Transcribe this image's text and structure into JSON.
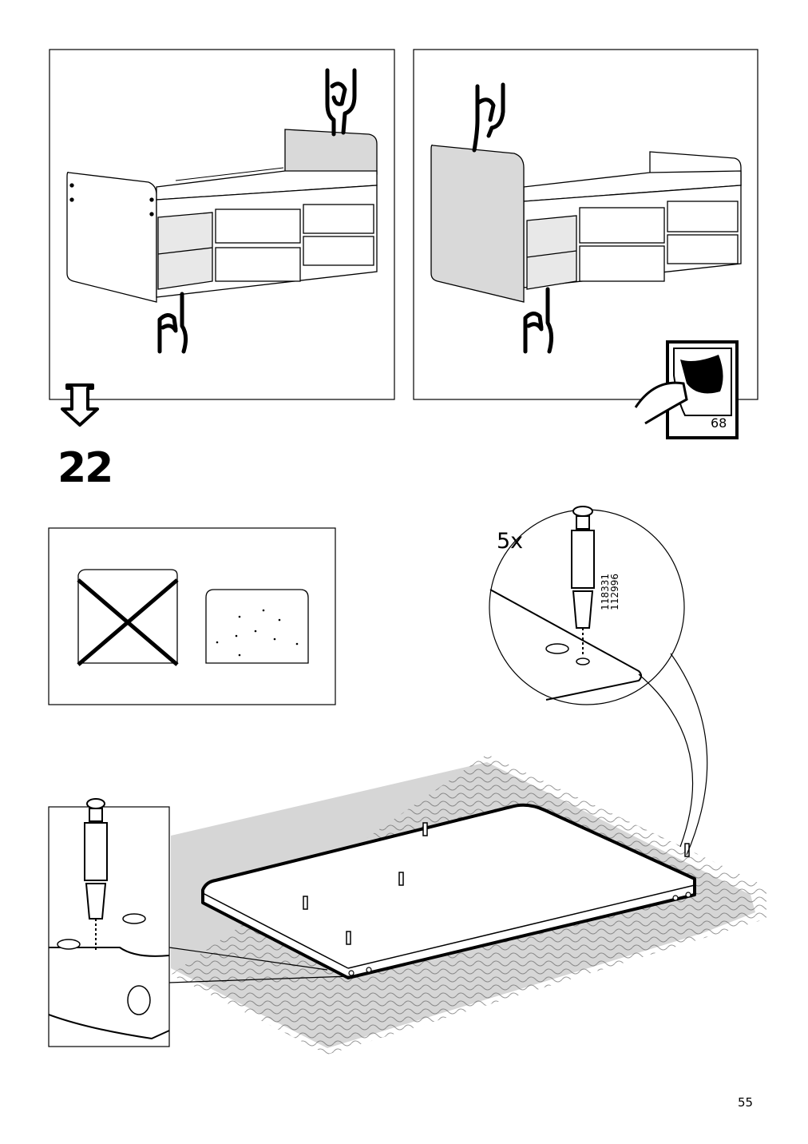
{
  "step": {
    "number": "22"
  },
  "hardware": {
    "quantity": "5x",
    "part_numbers": [
      "118331",
      "112996"
    ]
  },
  "reference": {
    "page": "68"
  },
  "footer": {
    "page_number": "55"
  }
}
